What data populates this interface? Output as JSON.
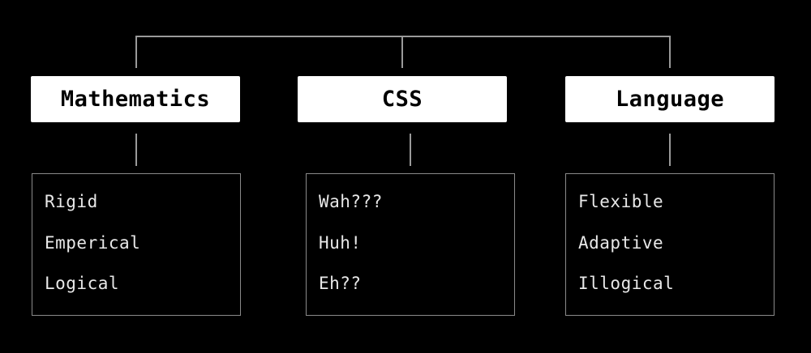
{
  "colors": {
    "background": "#000000",
    "header_fill": "#ffffff",
    "header_text": "#000000",
    "connector": "#9a9a9a",
    "list_border": "#8a8a8a",
    "list_text": "#e8e8e8"
  },
  "columns": [
    {
      "title": "Mathematics",
      "items": [
        "Rigid",
        "Emperical",
        "Logical"
      ]
    },
    {
      "title": "CSS",
      "items": [
        "Wah???",
        "Huh!",
        "Eh??"
      ]
    },
    {
      "title": "Language",
      "items": [
        "Flexible",
        "Adaptive",
        "Illogical"
      ]
    }
  ]
}
